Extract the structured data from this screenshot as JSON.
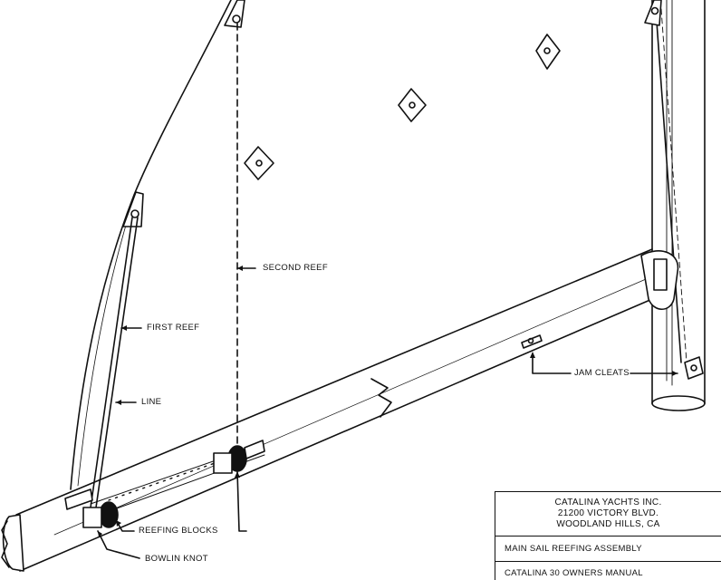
{
  "labels": {
    "second_reef": "SECOND REEF",
    "first_reef": "FIRST REEF",
    "line": "LINE",
    "jam_cleats": "JAM CLEATS",
    "reefing_blocks": "REEFING BLOCKS",
    "bowlin_knot": "BOWLIN KNOT"
  },
  "title_block": {
    "company": "CATALINA YACHTS INC.",
    "street": "21200 VICTORY BLVD.",
    "city": "WOODLAND HILLS, CA",
    "drawing_title": "MAIN SAIL REEFING ASSEMBLY",
    "manual": "CATALINA 30 OWNERS MANUAL"
  }
}
